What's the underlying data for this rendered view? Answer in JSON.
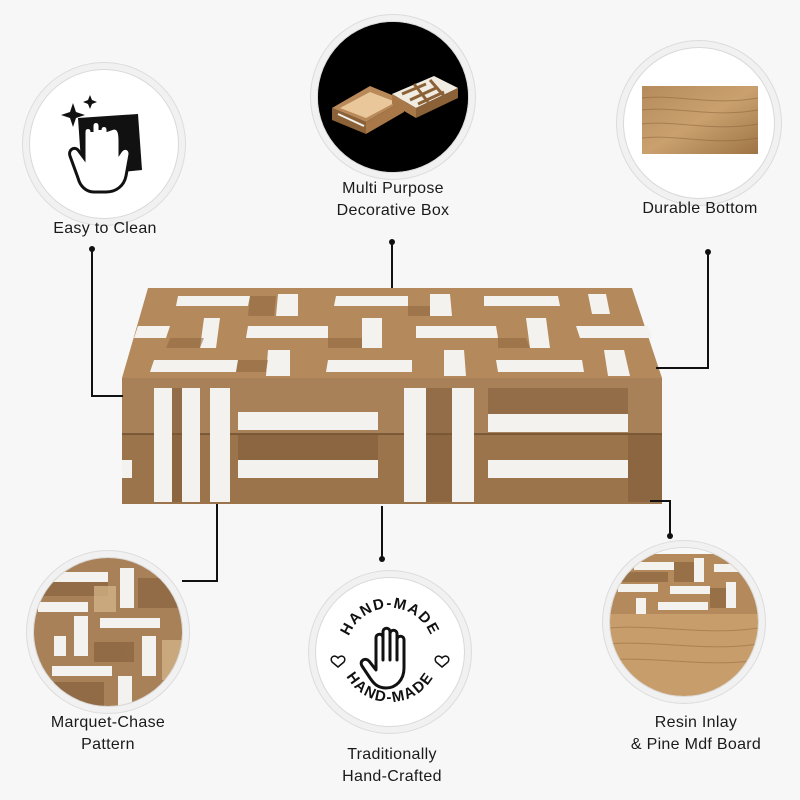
{
  "features": {
    "easy_clean": "Easy to Clean",
    "multi_purpose": "Multi Purpose\nDecorative Box",
    "durable_bottom": "Durable Bottom",
    "marquet_chase": "Marquet-Chase\nPattern",
    "hand_crafted": "Traditionally\nHand-Crafted",
    "resin_inlay": "Resin Inlay\n& Pine Mdf Board"
  },
  "badge": {
    "top_text": "HAND-MADE",
    "bottom_text": "HAND-MADE"
  },
  "colors": {
    "wood_light": "#c9a67a",
    "wood_mid": "#a57c50",
    "wood_dark": "#7a5733",
    "inlay": "#f4f2ee",
    "background": "#f7f7f7"
  },
  "icons": [
    "cleaning-cloth-icon",
    "sparkle-icon",
    "hand-icon",
    "heart-icon"
  ]
}
